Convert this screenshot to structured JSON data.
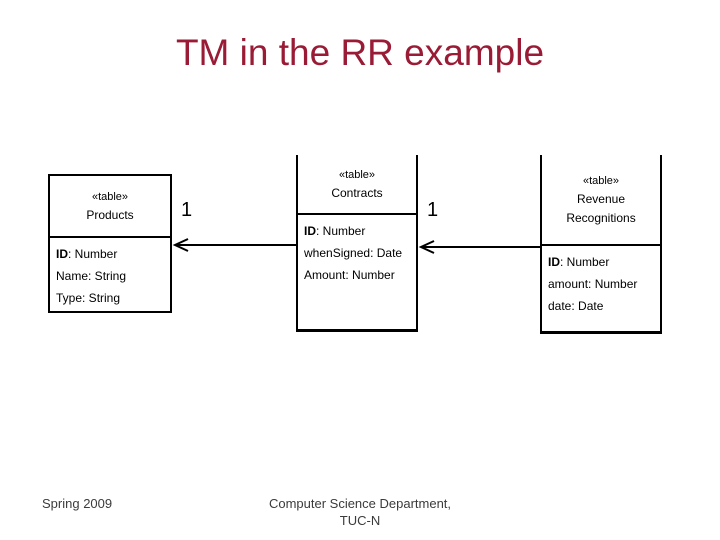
{
  "slide": {
    "title": "TM in the RR example",
    "title_color": "#9a1b35",
    "background_color": "#ffffff",
    "diagram_line_color": "#000000"
  },
  "diagram": {
    "boxes": [
      {
        "stereotype": "«table»",
        "name": "Products",
        "attributes": [
          {
            "key": "ID",
            "rest": ": Number"
          },
          {
            "key": "Name",
            "rest": ": String"
          },
          {
            "key": "Type",
            "rest": ": String"
          }
        ]
      },
      {
        "stereotype": "«table»",
        "name": "Contracts",
        "attributes": [
          {
            "key": "ID",
            "rest": ": Number"
          },
          {
            "key": "whenSigned",
            "rest": ": Date"
          },
          {
            "key": "Amount",
            "rest": ": Number"
          }
        ]
      },
      {
        "stereotype": "«table»",
        "name": "Revenue Recognitions",
        "attributes": [
          {
            "key": "ID",
            "rest": ": Number"
          },
          {
            "key": "amount",
            "rest": ": Number"
          },
          {
            "key": "date",
            "rest": ": Date"
          }
        ]
      }
    ],
    "multiplicities": [
      "1",
      "1"
    ]
  },
  "footer": {
    "left": "Spring 2009",
    "center_line1": "Computer Science Department,",
    "center_line2": "TUC-N"
  }
}
